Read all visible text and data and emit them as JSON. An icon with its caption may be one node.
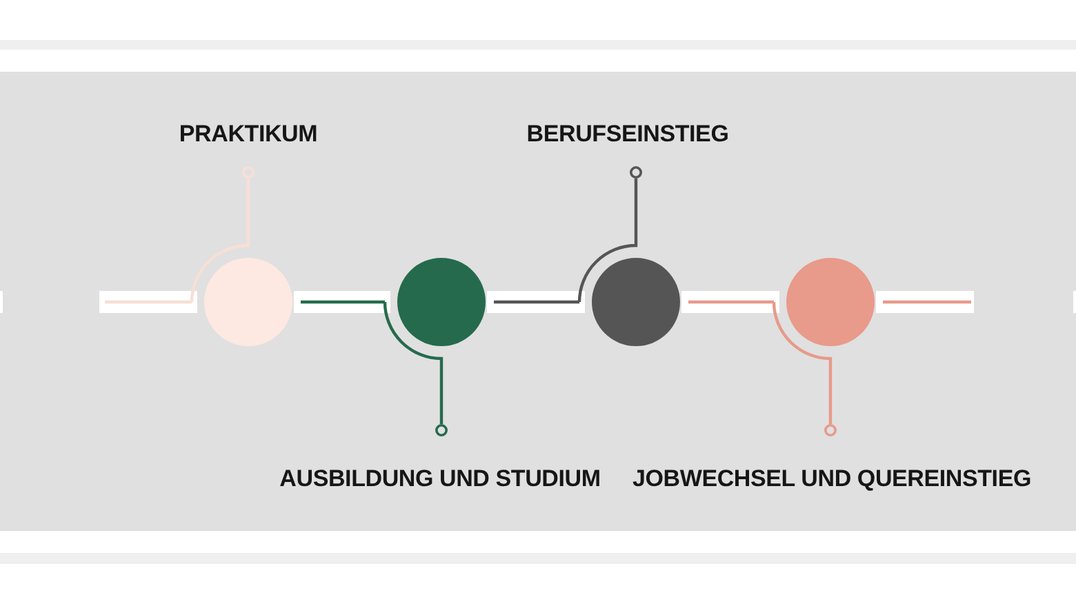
{
  "diagram": {
    "nodes": [
      {
        "text": [
          "PRAKTIKUM"
        ]
      },
      {
        "text": [],
        "shape": "circle"
      },
      {
        "text": [
          "AUSBILDUNG UND STUDIUM"
        ]
      },
      {
        "text": [],
        "shape": "circle"
      },
      {
        "text": [
          "BERUFSEINSTIEG"
        ]
      },
      {
        "text": [],
        "shape": "circle"
      },
      {
        "text": [
          "JOBWECHSEL UND QUEREINSTIEG"
        ]
      },
      {
        "text": [],
        "shape": "circle"
      }
    ],
    "edges": [
      {
        "from": null,
        "to": 1,
        "arrow": "none",
        "color": "#f8dfd5"
      },
      {
        "from": 1,
        "to": 0,
        "arrow": "other",
        "color": "#f8dfd5"
      },
      {
        "from": 1,
        "to": 3,
        "arrow": "none",
        "color": "#266a4d"
      },
      {
        "from": 3,
        "to": 2,
        "arrow": "other",
        "color": "#266a4d"
      },
      {
        "from": 3,
        "to": 5,
        "arrow": "none",
        "color": "#555555"
      },
      {
        "from": 5,
        "to": 4,
        "arrow": "other",
        "color": "#555555"
      },
      {
        "from": 5,
        "to": 7,
        "arrow": "none",
        "color": "#e79a8a"
      },
      {
        "from": 7,
        "to": 6,
        "arrow": "other",
        "color": "#e79a8a"
      },
      {
        "from": 7,
        "to": null,
        "arrow": "none",
        "color": "#e79a8a"
      }
    ]
  }
}
